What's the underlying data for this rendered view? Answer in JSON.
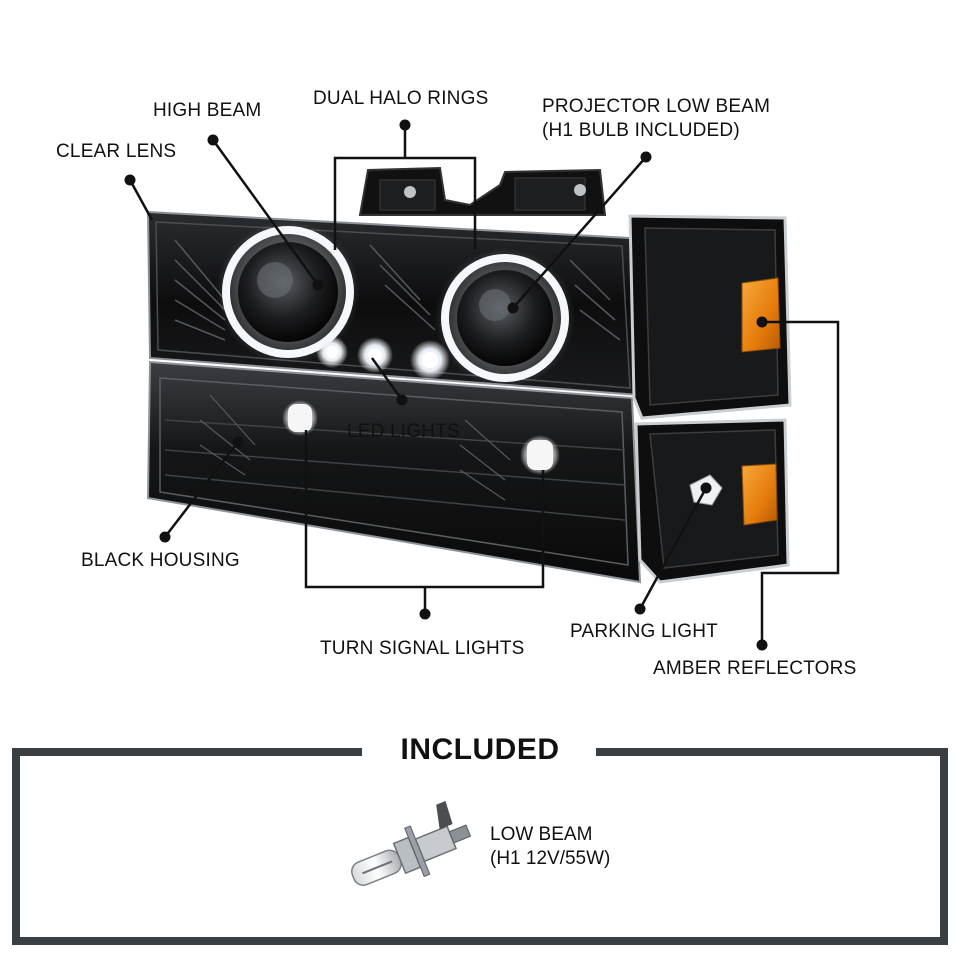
{
  "callouts": {
    "clear_lens": "CLEAR LENS",
    "high_beam": "HIGH BEAM",
    "dual_halo_rings": "DUAL HALO RINGS",
    "projector_low_beam_line1": "PROJECTOR LOW BEAM",
    "projector_low_beam_line2": "(H1 BULB INCLUDED)",
    "led_lights": "LED LIGHTS",
    "black_housing": "BLACK HOUSING",
    "turn_signal_lights": "TURN SIGNAL LIGHTS",
    "parking_light": "PARKING LIGHT",
    "amber_reflectors": "AMBER REFLECTORS"
  },
  "included": {
    "title": "INCLUDED",
    "bulb_line1": "LOW BEAM",
    "bulb_line2": "(H1 12V/55W)"
  },
  "colors": {
    "housing": "#0b0b0b",
    "amber": "#f08a12",
    "frame": "#3a3f44",
    "leader": "#111111"
  }
}
